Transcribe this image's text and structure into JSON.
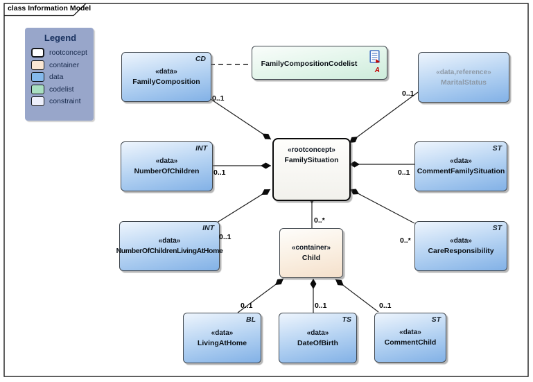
{
  "frame": {
    "tab_label": "class Information Model"
  },
  "legend": {
    "title": "Legend",
    "items": [
      {
        "label": "rootconcept",
        "color": "#ffffff"
      },
      {
        "label": "container",
        "color": "#f9e6d3"
      },
      {
        "label": "data",
        "color": "#85b9ec"
      },
      {
        "label": "codelist",
        "color": "#a9dfc1"
      },
      {
        "label": "constraint",
        "color": "#edeffb"
      }
    ]
  },
  "nodes": {
    "family_composition": {
      "stereotype": "«data»",
      "name": "FamilyComposition",
      "type_code": "CD"
    },
    "family_composition_codelist": {
      "name": "FamilyCompositionCodelist",
      "annotation": "A"
    },
    "marital_status": {
      "stereotype": "«data,reference»",
      "name": "MaritalStatus"
    },
    "number_of_children": {
      "stereotype": "«data»",
      "name": "NumberOfChildren",
      "type_code": "INT"
    },
    "family_situation": {
      "stereotype": "«rootconcept»",
      "name": "FamilySituation"
    },
    "comment_family_situation": {
      "stereotype": "«data»",
      "name": "CommentFamilySituation",
      "type_code": "ST"
    },
    "number_of_children_living_at_home": {
      "stereotype": "«data»",
      "name": "NumberOfChildrenLivingAtHome",
      "type_code": "INT"
    },
    "child": {
      "stereotype": "«container»",
      "name": "Child"
    },
    "care_responsibility": {
      "stereotype": "«data»",
      "name": "CareResponsibility",
      "type_code": "ST"
    },
    "living_at_home": {
      "stereotype": "«data»",
      "name": "LivingAtHome",
      "type_code": "BL"
    },
    "date_of_birth": {
      "stereotype": "«data»",
      "name": "DateOfBirth",
      "type_code": "TS"
    },
    "comment_child": {
      "stereotype": "«data»",
      "name": "CommentChild",
      "type_code": "ST"
    }
  },
  "connectors": [
    {
      "from": "FamilyComposition",
      "to": "FamilySituation",
      "type": "composition",
      "label": "0..1"
    },
    {
      "from": "FamilyComposition",
      "to": "FamilyCompositionCodelist",
      "type": "dependency",
      "label": ""
    },
    {
      "from": "MaritalStatus",
      "to": "FamilySituation",
      "type": "composition",
      "label": "0..1"
    },
    {
      "from": "NumberOfChildren",
      "to": "FamilySituation",
      "type": "composition",
      "label": "0..1"
    },
    {
      "from": "CommentFamilySituation",
      "to": "FamilySituation",
      "type": "composition",
      "label": "0..1"
    },
    {
      "from": "NumberOfChildrenLivingAtHome",
      "to": "FamilySituation",
      "type": "composition",
      "label": "0..1"
    },
    {
      "from": "CareResponsibility",
      "to": "FamilySituation",
      "type": "composition",
      "label": "0..*"
    },
    {
      "from": "Child",
      "to": "FamilySituation",
      "type": "composition",
      "label": "0..*"
    },
    {
      "from": "LivingAtHome",
      "to": "Child",
      "type": "composition",
      "label": "0..1"
    },
    {
      "from": "DateOfBirth",
      "to": "Child",
      "type": "composition",
      "label": "0..1"
    },
    {
      "from": "CommentChild",
      "to": "Child",
      "type": "composition",
      "label": "0..1"
    }
  ],
  "colors": {
    "data_fill": "#85b9ec",
    "codelist_fill": "#cdecdb",
    "container_fill": "#f5e0cb",
    "rootconcept_fill": "#ffffff",
    "constraint_fill": "#edeffb",
    "legend_bg": "#98a6ca",
    "legend_text": "#17305e",
    "muted_text": "#8d99a7",
    "annotation_red": "#c00000",
    "line": "#1f1f1f"
  }
}
